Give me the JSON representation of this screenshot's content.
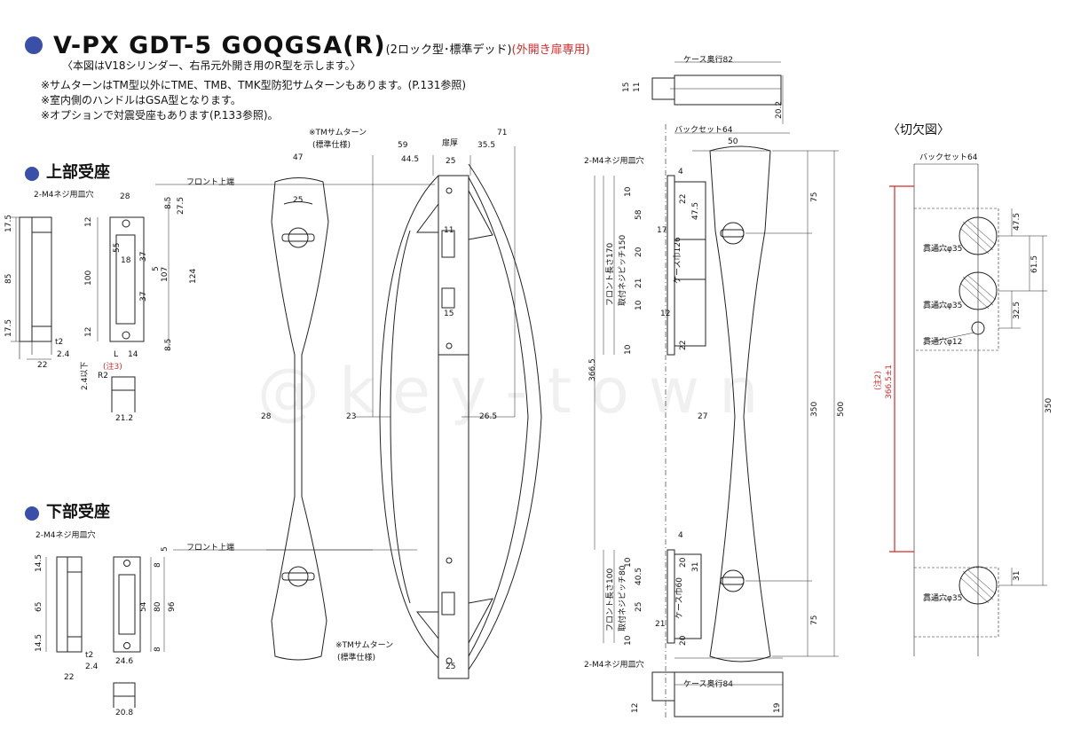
{
  "header": {
    "title": "V-PX GDT-5 GOQGSA(R)",
    "subtitle": "(2ロック型･標準デッド)",
    "subtitle_red": "(外開き扉専用)",
    "caption": "〈本図はV18シリンダー、右吊元外開き用のR型を示します。〉",
    "notes": [
      "※サムターンはTM型以外にTME、TMB、TMK型防犯サムターンもあります。(P.131参照)",
      "※室内側のハンドルはGSA型となります。",
      "※オプションで対震受座もあります(P.133参照)。"
    ]
  },
  "upper_strike": {
    "heading": "上部受座",
    "screw_label": "2-M4ネジ用皿穴",
    "front_label": "フロント上端",
    "note_label": "(注3)",
    "dims": {
      "d1": "17.5",
      "d2": "85",
      "d3": "17.5",
      "t2": "t2",
      "d4": "2.4",
      "d5": "22",
      "d6": "28",
      "d7": "12",
      "d8": "100",
      "d9": "12",
      "d10": "55",
      "d11": "18",
      "d12": "37",
      "d13": "5",
      "d14": "37",
      "d15": "107",
      "d16": "124",
      "d17": "8.5",
      "d18": "27.5",
      "d19": "8.5",
      "L": "L",
      "d20": "14",
      "d21": "2.4以下",
      "d22": "R2",
      "d23": "21.2"
    }
  },
  "lower_strike": {
    "heading": "下部受座",
    "screw_label": "2-M4ネジ用皿穴",
    "front_label": "フロント上端",
    "dims": {
      "d1": "14.5",
      "d2": "65",
      "d3": "14.5",
      "t2": "t2",
      "d4": "2.4",
      "d5": "22",
      "d6": "24.6",
      "d7": "8",
      "d8": "54",
      "d9": "80",
      "d10": "96",
      "d11": "8",
      "d12": "5",
      "d13": "20.8"
    }
  },
  "handle": {
    "thumbturn_top": "※TMサムターン\n(標準仕様)",
    "thumbturn_top_l1": "※TMサムターン",
    "thumbturn_top_l2": "(標準仕様)",
    "thumbturn_bottom_l1": "※TMサムターン",
    "thumbturn_bottom_l2": "(標準仕様)",
    "door_thickness": "扉厚",
    "dims": {
      "d47": "47",
      "d25a": "25",
      "d59": "59",
      "d44_5": "44.5",
      "d25b": "25",
      "d35_5": "35.5",
      "d71": "71",
      "d28": "28",
      "d23": "23",
      "d26_5": "26.5",
      "d11": "11",
      "d15": "15",
      "d25c": "25"
    }
  },
  "lock_body": {
    "case_depth_top": "ケース奥行82",
    "case_depth_bottom": "ケース奥行84",
    "backset": "バックセット64",
    "screw_top": "2-M4ネジ用皿穴",
    "screw_bottom": "2-M4ネジ用皿穴",
    "front_len_top": "フロント長さ170",
    "screw_pitch_top": "取付ネジピッチ150",
    "case_width_top": "ケース巾126",
    "front_len_bottom": "フロント長さ100",
    "screw_pitch_bottom": "取付ネジピッチ80",
    "case_width_bottom": "ケース巾60",
    "dims": {
      "d15": "15",
      "d11": "11",
      "d20_2": "20.2",
      "d50": "50",
      "d4a": "4",
      "d10a": "10",
      "d22a": "22",
      "d47_5": "47.5",
      "d58": "58",
      "d17": "17",
      "d20a": "20",
      "d21a": "21",
      "d10b": "10",
      "d12a": "12",
      "d22b": "22",
      "d10c": "10",
      "d366_5": "366.5",
      "d27": "27",
      "d75a": "75",
      "d350": "350",
      "d500": "500",
      "d75b": "75",
      "d4b": "4",
      "d10d": "10",
      "d20b": "20",
      "d31": "31",
      "d40_5": "40.5",
      "d25": "25",
      "d21b": "21",
      "d10e": "10",
      "d20c": "20",
      "d12b": "12",
      "d19": "19"
    }
  },
  "cutout": {
    "heading": "〈切欠図〉",
    "backset": "バックセット64",
    "hole1": "貫通穴φ35",
    "hole2": "貫通穴φ35",
    "hole3": "貫通穴φ12",
    "hole4": "貫通穴φ35",
    "note": "(注2)",
    "note_val": "366.5±1",
    "dims": {
      "d47_5": "47.5",
      "d61_5": "61.5",
      "d32_5": "32.5",
      "d350": "350",
      "d31": "31"
    }
  },
  "watermark": "@key-town",
  "colors": {
    "accent": "#3a4fa8",
    "red": "#d42a2a"
  }
}
